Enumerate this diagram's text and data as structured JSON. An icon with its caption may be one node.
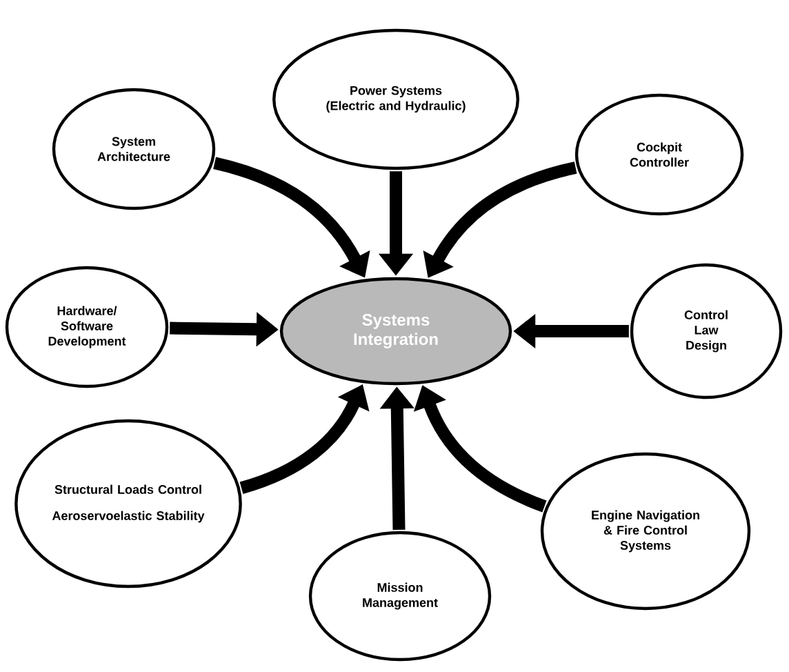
{
  "diagram": {
    "nodes": [
      {
        "text": [
          "Systems Integration"
        ]
      },
      {
        "text": [
          "Power Systems (Electric and Hydraulic)"
        ]
      },
      {
        "text": [
          "System Architecture"
        ]
      },
      {
        "text": [
          "Cockpit Controller"
        ]
      },
      {
        "text": [
          "Hardware/ Software Development"
        ]
      },
      {
        "text": [
          "Control Law Design"
        ]
      },
      {
        "text": [
          "Structural Loads Control",
          "Aeroservoelastic Stability"
        ]
      },
      {
        "text": [
          "Engine Navigation & Fire Control Systems"
        ]
      },
      {
        "text": [
          "Mission Management"
        ]
      }
    ],
    "edges": [
      {
        "from": 1,
        "to": 0,
        "arrow": "to"
      },
      {
        "from": 2,
        "to": 0,
        "arrow": "to"
      },
      {
        "from": 3,
        "to": 0,
        "arrow": "to"
      },
      {
        "from": 4,
        "to": 0,
        "arrow": "to"
      },
      {
        "from": 5,
        "to": 0,
        "arrow": "to"
      },
      {
        "from": 6,
        "to": 0,
        "arrow": "to"
      },
      {
        "from": 7,
        "to": 0,
        "arrow": "to"
      },
      {
        "from": 8,
        "to": 0,
        "arrow": "to"
      }
    ]
  }
}
